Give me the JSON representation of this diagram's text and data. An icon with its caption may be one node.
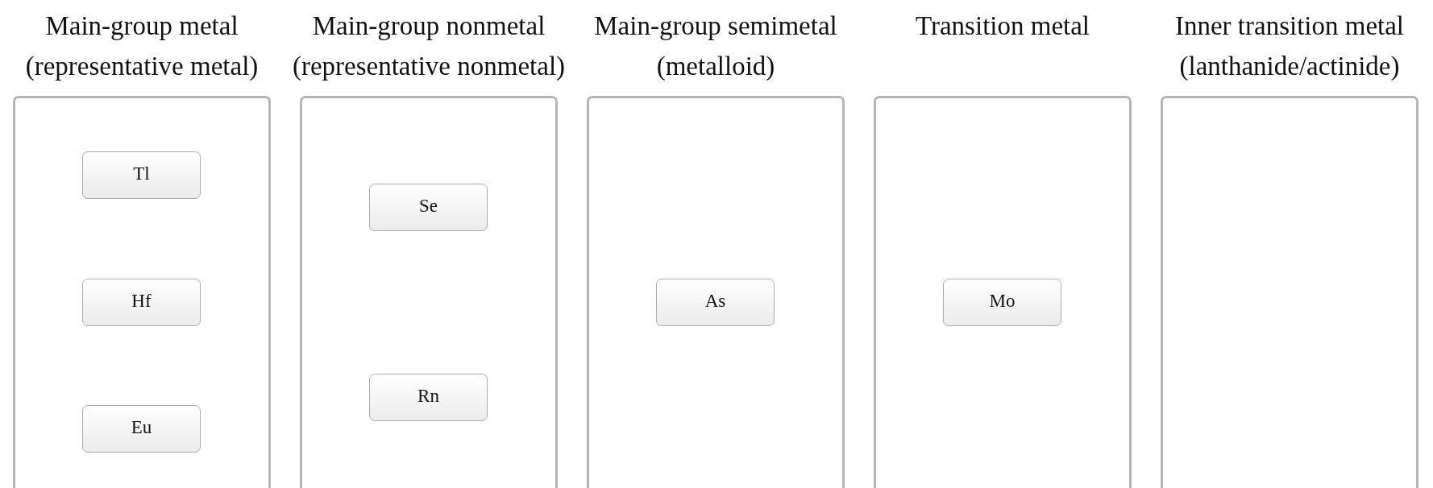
{
  "diagram": {
    "nodes": [
      {
        "text": [
          "Main-group metal (representative metal)"
        ]
      },
      {
        "text": [
          "Tl"
        ],
        "in": 0
      },
      {
        "text": [
          "Hf"
        ],
        "in": 0
      },
      {
        "text": [
          "Eu"
        ],
        "in": 0
      },
      {
        "text": [
          "Main-group nonmetal (representative nonmetal)"
        ]
      },
      {
        "text": [
          "Se"
        ],
        "in": 4
      },
      {
        "text": [
          "Rn"
        ],
        "in": 4
      },
      {
        "text": [
          "Main-group semimetal (metalloid)"
        ]
      },
      {
        "text": [
          "As"
        ],
        "in": 7
      },
      {
        "text": [
          "Transition metal"
        ]
      },
      {
        "text": [
          "Mo"
        ],
        "in": 9
      },
      {
        "text": [
          "Inner transition metal (lanthanide/actinide)"
        ]
      }
    ]
  }
}
